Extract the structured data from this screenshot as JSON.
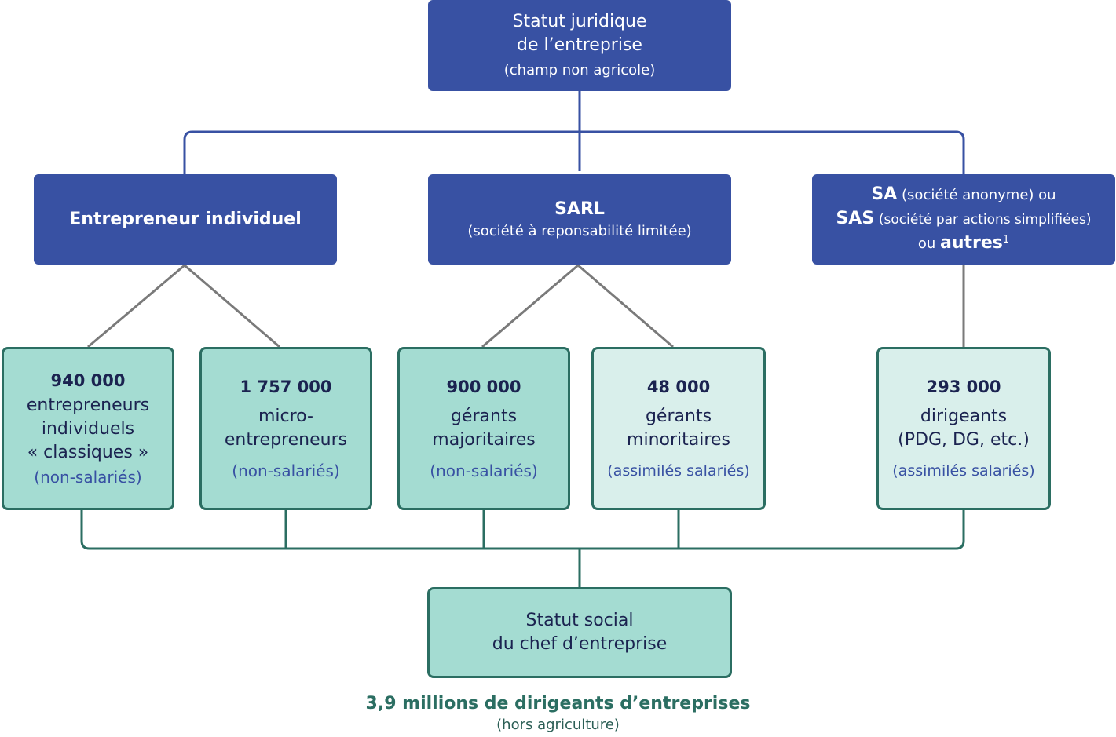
{
  "colors": {
    "blue_box": "#3851a3",
    "green_box": "#a4dcd2",
    "green_box_light": "#d9efeb",
    "green_border": "#2b6e62",
    "blue_connector": "#3851a3",
    "grey_connector": "#7a7a7a",
    "dark_text": "#1b2350"
  },
  "top": {
    "line1": "Statut juridique",
    "line2": "de l’entreprise",
    "line3": "(champ non agricole)"
  },
  "legal_forms": {
    "ei": {
      "label": "Entrepreneur individuel"
    },
    "sarl": {
      "label": "SARL",
      "sub": "(société à reponsabilité limitée)"
    },
    "sa": {
      "sa_abbr": "SA",
      "sa_text": "(société anonyme) ou",
      "sas_abbr": "SAS",
      "sas_text": "(société par actions simplifiées)",
      "or_text": "ou",
      "autres": "autres",
      "footnote": "1"
    }
  },
  "categories": [
    {
      "value": "940 000",
      "line1": "entrepreneurs",
      "line2": "individuels",
      "line3": "« classiques »",
      "status": "(non-salariés)"
    },
    {
      "value": "1 757 000",
      "line1": "micro-",
      "line2": "entrepreneurs",
      "status": "(non-salariés)"
    },
    {
      "value": "900 000",
      "line1": "gérants",
      "line2": "majoritaires",
      "status": "(non-salariés)"
    },
    {
      "value": "48 000",
      "line1": "gérants",
      "line2": "minoritaires",
      "status": "(assimilés salariés)"
    },
    {
      "value": "293 000",
      "line1": "dirigeants",
      "line2": "(PDG, DG, etc.)",
      "status": "(assimilés salariés)"
    }
  ],
  "bottom": {
    "line1": "Statut social",
    "line2": "du chef d’entreprise"
  },
  "footer": {
    "total": "3,9 millions de dirigeants d’entreprises",
    "note": "(hors agriculture)"
  }
}
